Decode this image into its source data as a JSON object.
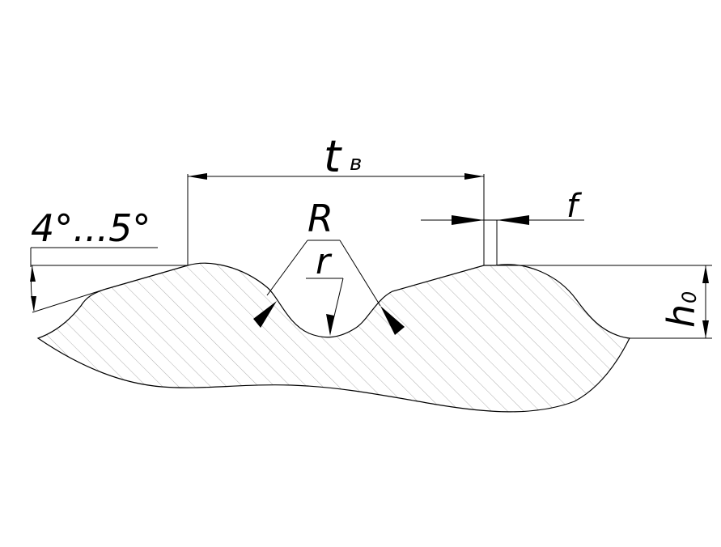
{
  "labels": {
    "pitch": "t",
    "pitch_subscript": "в",
    "angle": "4°...5°",
    "outer_radius": "R",
    "inner_radius": "r",
    "flat": "f",
    "height": "h",
    "height_subscript": "0"
  },
  "colors": {
    "line": "#000000",
    "hatch": "#9a9a9a",
    "background": "#ffffff"
  }
}
